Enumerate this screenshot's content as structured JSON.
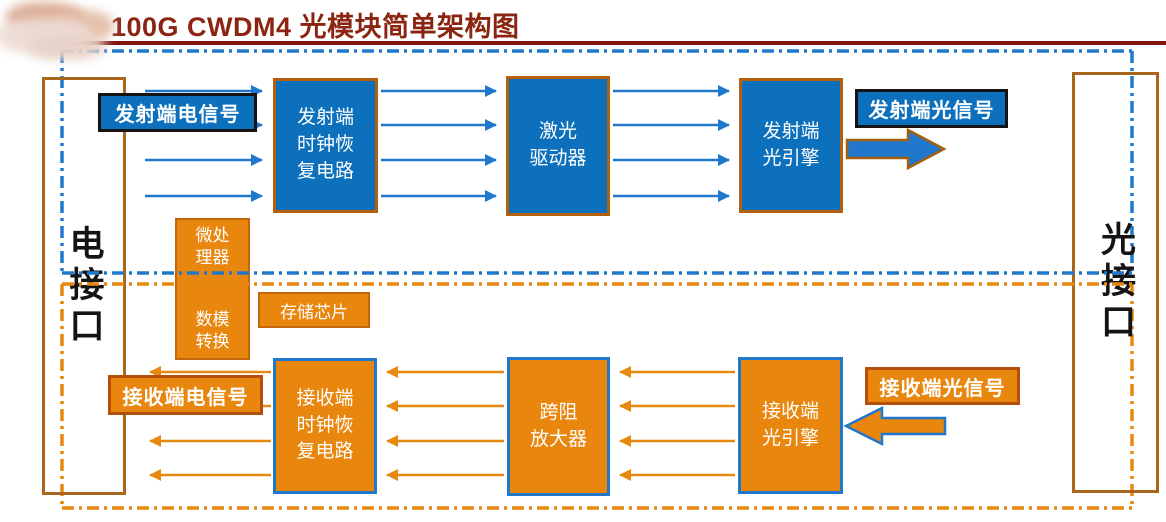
{
  "title": "100G CWDM4 光模块简单架构图",
  "interfaces": {
    "electrical": "电接口",
    "optical": "光接口"
  },
  "tx": {
    "input_label": "发射端电信号",
    "output_label": "发射端光信号",
    "blocks": {
      "cdr": "发射端\n时钟恢\n复电路",
      "laser_driver": "激光\n驱动器",
      "optical_engine": "发射端\n光引擎"
    }
  },
  "rx": {
    "input_label": "接收端光信号",
    "output_label": "接收端电信号",
    "blocks": {
      "cdr": "接收端\n时钟恢\n复电路",
      "tia": "跨阻\n放大器",
      "optical_engine": "接收端\n光引擎"
    }
  },
  "support": {
    "mcu": "微处\n理器",
    "dac": "数模\n转换",
    "memory": "存储芯片"
  },
  "colors": {
    "block_blue": "#0D70BC",
    "block_orange": "#E8860D",
    "blue_border": "#2077CC",
    "brown_border": "#B5600D",
    "title_red": "#8B2512",
    "dash_blue": "#1F78CB",
    "dash_orange": "#E8890F"
  }
}
